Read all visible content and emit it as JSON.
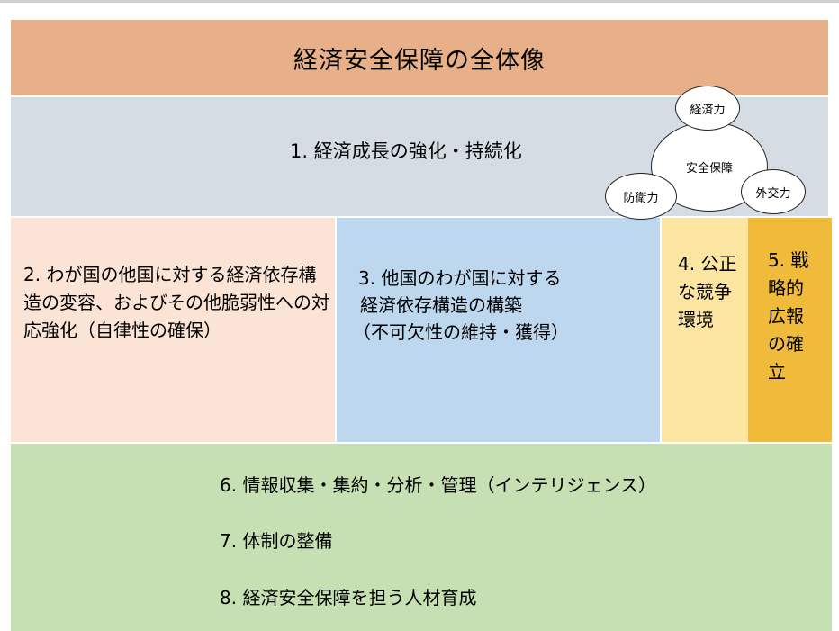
{
  "title": "経済安全保障の全体像",
  "pillars": {
    "item1": "1.  経済成長の強化・持続化",
    "item2": "2.  わが国の他国に対する経済依存構造の変容、およびその他脆弱性への対応強化（自律性の確保）",
    "item3_line1": "3.  他国のわが国に対する",
    "item3_line2": "経済依存構造の構築",
    "item3_line3": "（不可欠性の維持・獲得）",
    "item4": "4.  公正な競争環境",
    "item5": "5.  戦略的広報の確立"
  },
  "foundation": {
    "item6": "6.  情報収集・集約・分析・管理（インテリジェンス）",
    "item7": "7.  体制の整備",
    "item8": "8.  経済安全保障を担う人材育成"
  },
  "venn": {
    "center": "安全保障",
    "top": "経済力",
    "left": "防衛力",
    "right": "外交力"
  },
  "colors": {
    "title_bg": "#e8b088",
    "row1_bg": "#d6dce4",
    "cell2_bg": "#fbe3d6",
    "cell3_bg": "#bdd7ee",
    "cell4_bg": "#fce5a0",
    "cell5_bg": "#f0bb3a",
    "foundation_bg": "#c6e0b4"
  }
}
